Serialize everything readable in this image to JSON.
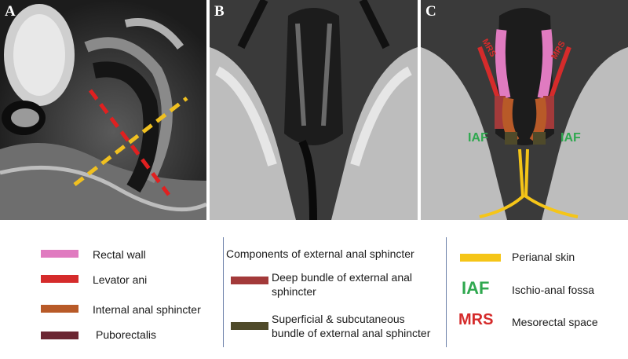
{
  "panels": [
    {
      "letter": "A"
    },
    {
      "letter": "B"
    },
    {
      "letter": "C",
      "overlay_labels": {
        "iaf_left": "IAF",
        "iaf_right": "IAF",
        "mrs_left": "MRS",
        "mrs_right": "MRS"
      }
    }
  ],
  "legend": {
    "rectal_wall": "Rectal wall",
    "levator_ani": "Levator ani",
    "internal_sphincter": "Internal anal sphincter",
    "puborectalis": "Puborectalis",
    "eas_header": "Components of external anal sphincter",
    "deep_bundle": "Deep bundle of external anal sphincter",
    "superficial_bundle": "Superficial & subcutaneous bundle of external anal sphincter",
    "perianal_skin": "Perianal skin",
    "iaf_abbr": "IAF",
    "iaf_label": "Ischio-anal fossa",
    "mrs_abbr": "MRS",
    "mrs_label": "Mesorectal space"
  },
  "colors": {
    "rectal_wall": "#e07bc0",
    "levator_ani": "#d52b2b",
    "internal_sphincter": "#b85a28",
    "puborectalis": "#6b2632",
    "deep_bundle": "#a33a3a",
    "superficial_bundle": "#4f4a2a",
    "perianal_skin": "#f5c518",
    "iaf": "#2fa84f",
    "mrs": "#d52b2b",
    "dashed_red": "#e02020",
    "dashed_yellow": "#f0c020"
  }
}
